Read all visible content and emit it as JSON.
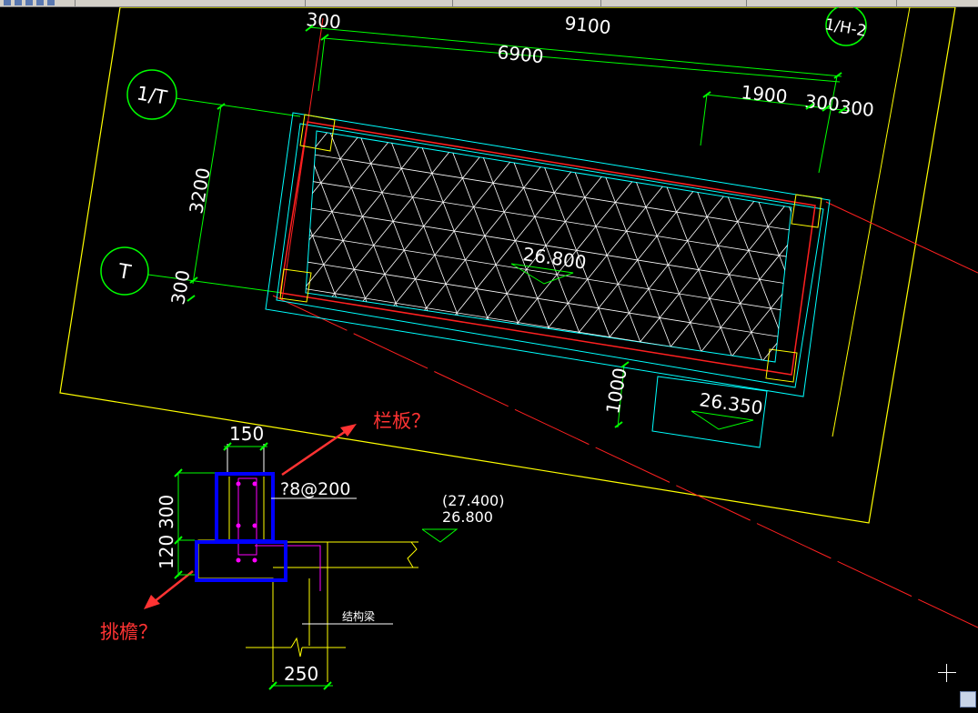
{
  "grid_labels": {
    "top_right": "1/H-2",
    "left_upper": "1/T",
    "left_lower": "T"
  },
  "dims": {
    "top_300": "300",
    "top_9100": "9100",
    "top_6900": "6900",
    "top_1900": "1900",
    "top_300b": "300",
    "top_300c": "300",
    "left_3200": "3200",
    "left_300": "300",
    "right_1000": "1000",
    "sec_150": "150",
    "sec_300": "300",
    "sec_120": "120",
    "sec_250": "250"
  },
  "levels": {
    "slab": "26.800",
    "step": "26.350",
    "sec_paren": "(27.400)",
    "sec_level": "26.800"
  },
  "section": {
    "rebar": "?8@200",
    "beam_label": "结构梁"
  },
  "annotations": {
    "railing_q": "栏板？",
    "eave_q": "挑檐？"
  },
  "colors": {
    "grid": "#00ff00",
    "outline": "#ffff00",
    "slab": "#00ffff",
    "redline": "#ff2020",
    "hatch": "#ffffff",
    "highlight": "#0000ff",
    "rebar": "#ff00ff"
  }
}
